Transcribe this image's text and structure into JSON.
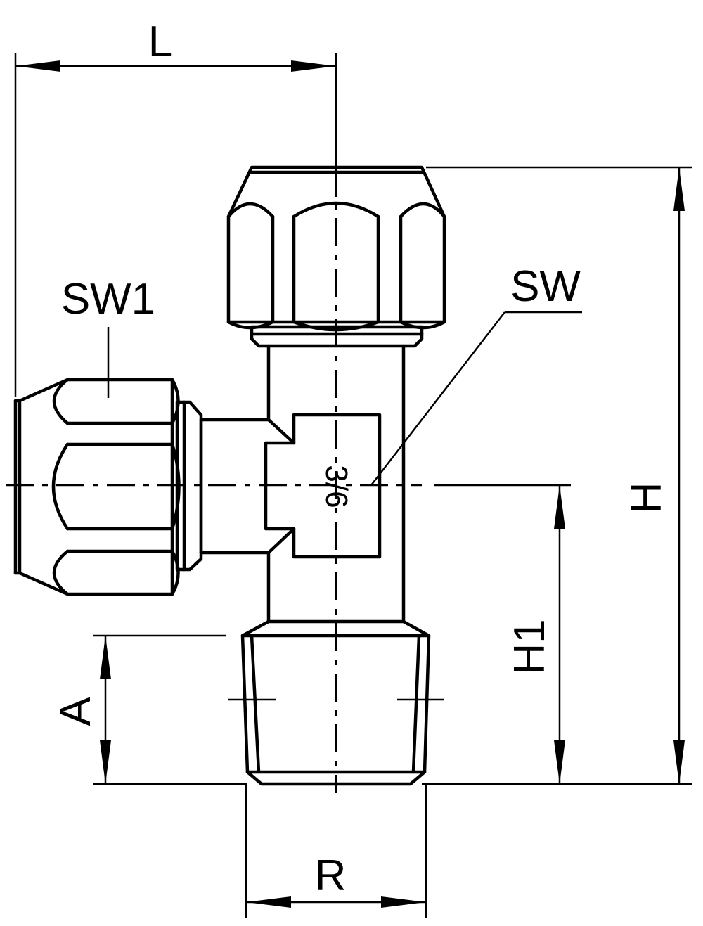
{
  "labels": {
    "L": "L",
    "H": "H",
    "H1": "H1",
    "A": "A",
    "R": "R",
    "SW": "SW",
    "SW1": "SW1",
    "marking": "3/6"
  }
}
